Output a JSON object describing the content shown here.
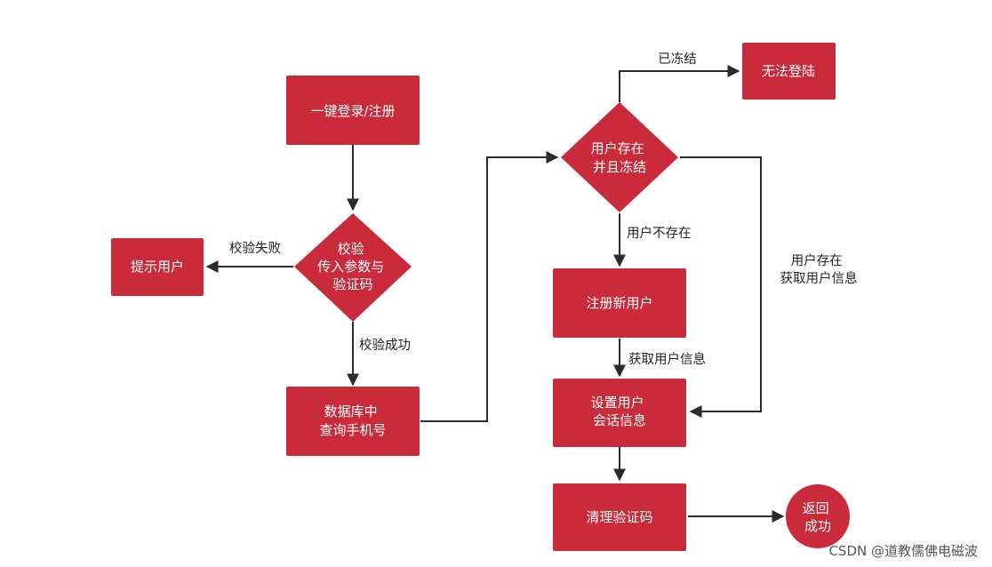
{
  "nodes": {
    "login": {
      "lines": [
        "一键登录/注册"
      ]
    },
    "validate": {
      "lines": [
        "校验",
        "传入参数与",
        "验证码"
      ]
    },
    "notify": {
      "lines": [
        "提示用户"
      ]
    },
    "query_db": {
      "lines": [
        "数据库中",
        "查询手机号"
      ]
    },
    "check_frozen": {
      "lines": [
        "用户存在",
        "并且冻结"
      ]
    },
    "cannot_login": {
      "lines": [
        "无法登陆"
      ]
    },
    "register": {
      "lines": [
        "注册新用户"
      ]
    },
    "set_session": {
      "lines": [
        "设置用户",
        "会话信息"
      ]
    },
    "clear_code": {
      "lines": [
        "清理验证码"
      ]
    },
    "success": {
      "lines": [
        "返回",
        "成功"
      ]
    }
  },
  "edges": {
    "validate_fail": {
      "lines": [
        "校验失败"
      ]
    },
    "validate_ok": {
      "lines": [
        "校验成功"
      ]
    },
    "frozen": {
      "lines": [
        "已冻结"
      ]
    },
    "not_exist": {
      "lines": [
        "用户不存在"
      ]
    },
    "exist_fetch": {
      "lines": [
        "用户存在",
        "获取用户信息"
      ]
    },
    "fetch_info": {
      "lines": [
        "获取用户信息"
      ]
    }
  },
  "watermark": "CSDN @道教儒佛电磁波",
  "colors": {
    "node_fill": "#c92b3b",
    "edge": "#2b2b2b",
    "text_on_node": "#ffffff"
  }
}
